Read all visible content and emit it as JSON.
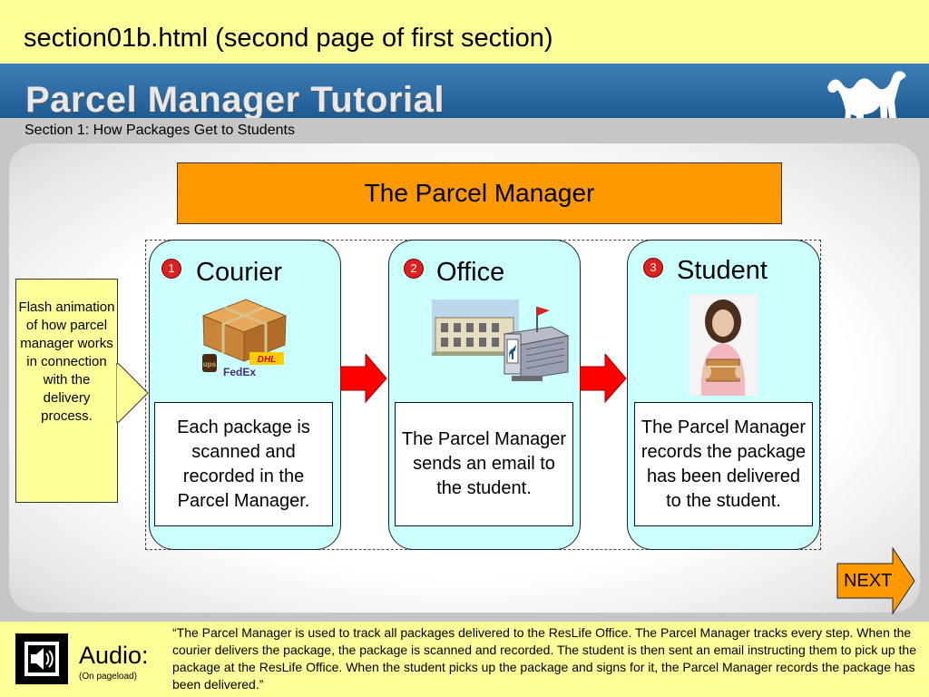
{
  "window": {
    "file_title": "section01b.html (second page of first section)"
  },
  "header": {
    "tutorial_title": "Parcel Manager Tutorial",
    "section_subtitle": "Section 1: How Packages Get to Students"
  },
  "main": {
    "box_title": "The Parcel Manager",
    "flash_note": "Flash animation of how parcel manager works in connection with the delivery process.",
    "steps": [
      {
        "number": "1",
        "title": "Courier",
        "description": "Each package is scanned and recorded in the Parcel Manager.",
        "image": "package-courier-icon",
        "logos": [
          "ups",
          "FedEx",
          "DHL"
        ]
      },
      {
        "number": "2",
        "title": "Office",
        "description": "The Parcel Manager sends an email to the student.",
        "image": "office-mailbox-icon"
      },
      {
        "number": "3",
        "title": "Student",
        "description": "The Parcel Manager records the package has been delivered to the student.",
        "image": "student-with-package-photo"
      }
    ],
    "next_label": "NEXT"
  },
  "audio": {
    "label": "Audio:",
    "sublabel": "(On pageload)",
    "transcript": "“The Parcel Manager is used to track all packages delivered to the ResLife Office. The Parcel Manager tracks every step. When the courier delivers the package, the package is scanned and recorded. The student  is then sent an email instructing them to pick up the package at the ResLife Office. When the student picks up the package and signs for it, the Parcel Manager records the package has been delivered.”"
  },
  "colors": {
    "banner_yellow": "#ffff99",
    "header_blue": "#2a6aa5",
    "title_orange": "#ff9900",
    "card_cyan": "#ccffff",
    "arrow_red": "#ff0000",
    "step_badge_red": "#e02020"
  }
}
